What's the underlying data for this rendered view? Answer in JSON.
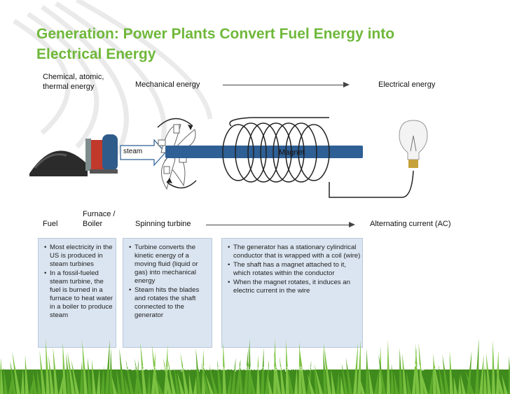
{
  "title_line1": "Generation: Power Plants Convert Fuel Energy into",
  "title_line2": "Electrical Energy",
  "energy": {
    "chemical_line1": "Chemical, atomic,",
    "chemical_line2": "thermal energy",
    "mechanical": "Mechanical energy",
    "electrical": "Electrical energy"
  },
  "diagram": {
    "steam": "steam",
    "magnet": "Magnet"
  },
  "columns": {
    "fuel": "Fuel",
    "furnace_line1": "Furnace /",
    "furnace_line2": "Boiler",
    "turbine": "Spinning turbine",
    "ac": "Alternating current (AC)"
  },
  "boxes": [
    [
      "Most electricity in the US is produced in steam turbines",
      "In a fossil-fueled steam turbine, the fuel is burned in a furnace to heat water in a boiler to produce steam"
    ],
    [
      "Turbine converts the kinetic energy of a moving fluid (liquid or gas) into mechanical energy",
      "Steam hits the blades and rotates the shaft connected to the generator"
    ],
    [
      "The generator has a stationary cylindrical conductor that is wrapped with a coil (wire)",
      "The shaft has a magnet attached to it, which rotates within the conductor",
      "When the magnet rotates, it induces an electric current in the wire"
    ]
  ],
  "footer": {
    "copyright": "© 2012 Smarterutility.com | Not to be reproduced without permission",
    "page": "Page: 17"
  },
  "colors": {
    "title": "#6fb83a",
    "box_bg": "#dbe5f1",
    "shaft": "#2e5f95",
    "grass": "#4f9a23"
  }
}
